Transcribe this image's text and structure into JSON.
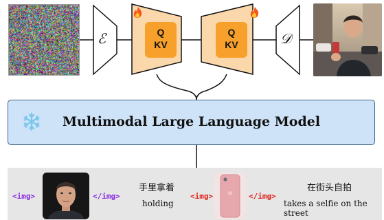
{
  "encoder_symbol": "ℰ",
  "decoder_symbol": "𝒟",
  "blocks": [
    {
      "q": "Q",
      "kv": "KV"
    },
    {
      "q": "Q",
      "kv": "KV"
    }
  ],
  "mllm": {
    "title": "Multimodal Large Language Model",
    "frozen_icon": "snowflake-icon"
  },
  "trainable_icon": "fire-icon",
  "sequence": {
    "img_open_1": "<img>",
    "img_close_1": "</img>",
    "cn_1": "手里拿着",
    "en_1": "holding",
    "img_open_2": "<img>",
    "img_close_2": "</img>",
    "cn_2": "在街头自拍",
    "en_2": "takes a selfie on the street"
  },
  "colors": {
    "block_fill": "#fbd7ac",
    "block_inner": "#f7a12c",
    "mllm_fill": "#cfe3f8",
    "mllm_stroke": "#3d5f86",
    "strip_bg": "#e6e6e6",
    "token_purple": "#8a2be2",
    "token_red": "#e0241a"
  }
}
